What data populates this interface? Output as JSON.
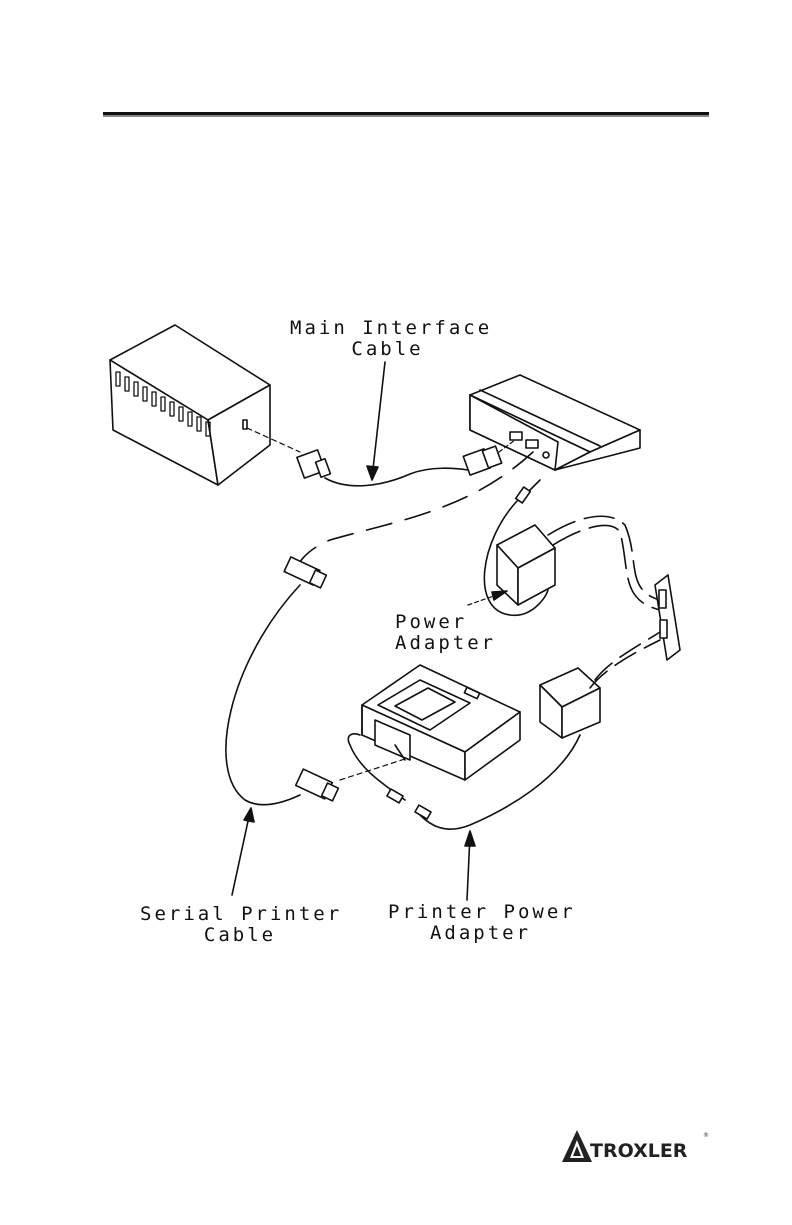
{
  "labels": {
    "main_interface_cable": [
      "Main Interface",
      "Cable"
    ],
    "power_adapter": [
      "Power",
      "Adapter"
    ],
    "serial_printer_cable": [
      "Serial Printer",
      "Cable"
    ],
    "printer_power_adapter": [
      "Printer Power",
      "Adapter"
    ]
  },
  "logo": {
    "text": "TROXLER",
    "mark": "®"
  },
  "colors": {
    "ink": "#111111",
    "rule_shadow": "#888888"
  }
}
